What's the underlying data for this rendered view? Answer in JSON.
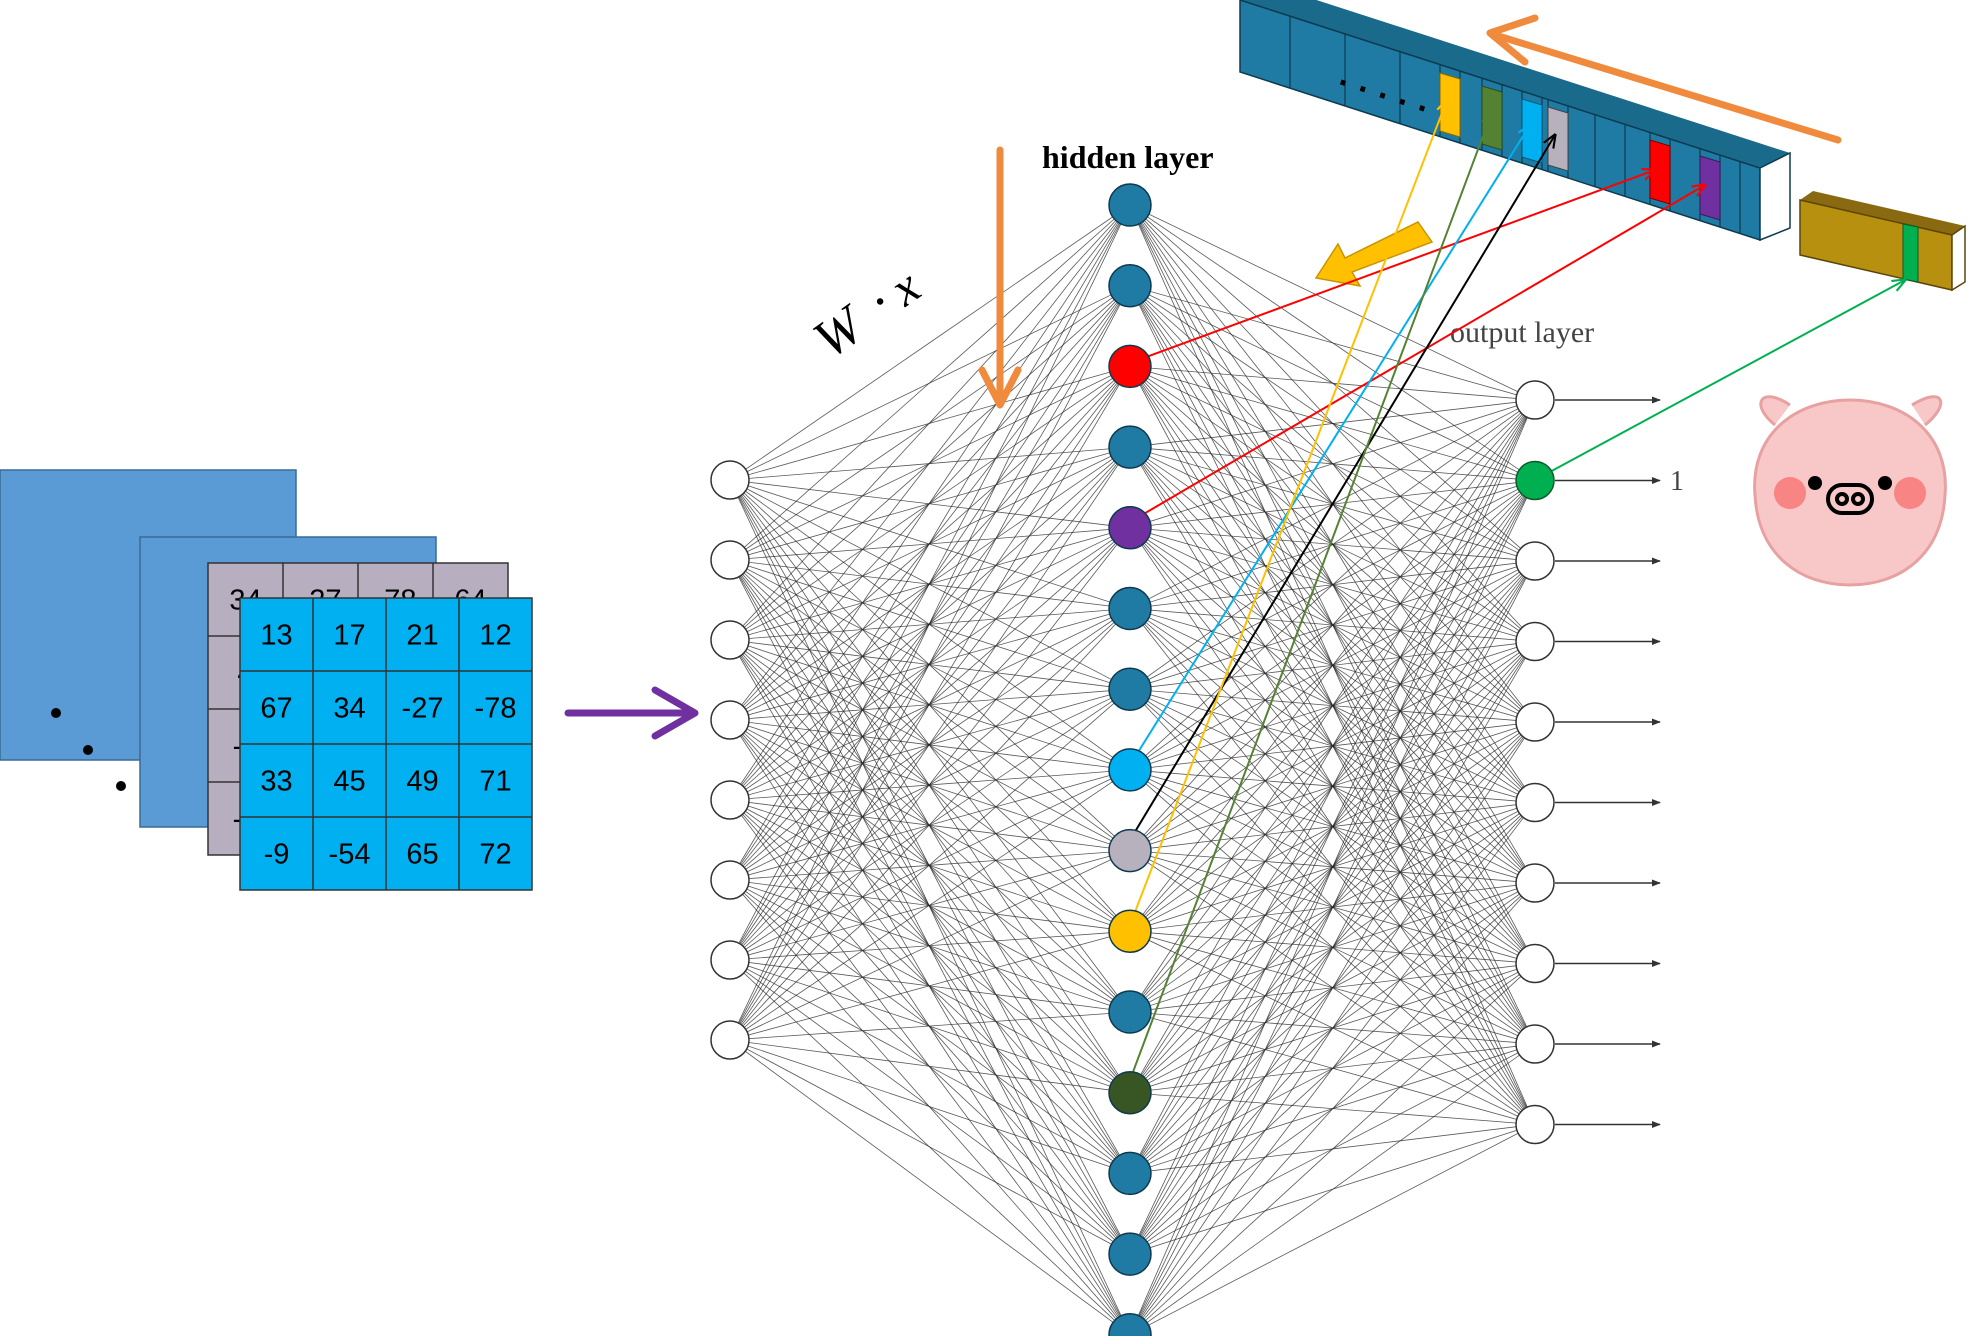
{
  "labels": {
    "hidden_layer": "hidden layer",
    "output_layer": "output layer",
    "formula_w": "W",
    "formula_dot": "·",
    "formula_x": "x",
    "output_one": "1",
    "dots": "· · · · ·"
  },
  "back_grid": [
    [
      "34",
      "-27",
      "-78",
      "64"
    ],
    [
      "4",
      "",
      "",
      ""
    ],
    [
      "-5",
      "",
      "",
      ""
    ],
    [
      "-5",
      "",
      "",
      ""
    ]
  ],
  "front_grid": [
    [
      "13",
      "17",
      "21",
      "12"
    ],
    [
      "67",
      "34",
      "-27",
      "-78"
    ],
    [
      "33",
      "45",
      "49",
      "71"
    ],
    [
      "-9",
      "-54",
      "65",
      "72"
    ]
  ],
  "colors": {
    "neuron_default": "#1f7ba3",
    "red": "#ff0000",
    "purple": "#7030a0",
    "light_blue": "#00b0f0",
    "gray": "#b7b0bd",
    "yellow": "#ffc000",
    "dark_green": "#375623",
    "green": "#00b050",
    "orange": "#f08a3c",
    "violet_arrow": "#7030a0",
    "matrix_blue": "#5b9bd5",
    "grid_cyan": "#00b0f0",
    "grid_gray": "#b7aec0",
    "vector_bar": "#1f7ba3",
    "olive_bar": "#b8860b"
  },
  "icons": [
    "pig-face-icon"
  ]
}
